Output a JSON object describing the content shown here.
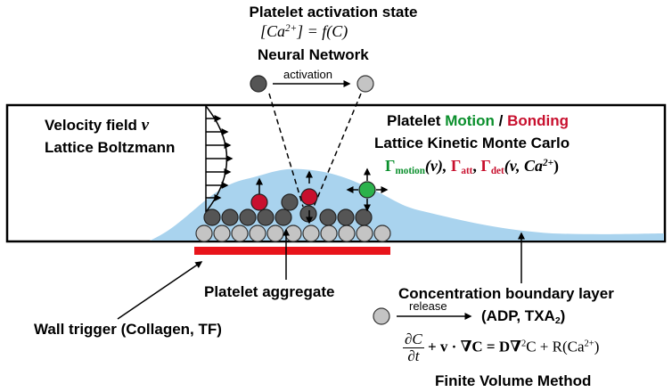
{
  "top": {
    "title": "Platelet activation state",
    "eq_lhs": "[Ca",
    "eq_sup": "2+",
    "eq_rhs": "] = f(C)",
    "nn": "Neural Network",
    "activation": "activation"
  },
  "velocity": {
    "title": "Velocity field",
    "symbol": "v",
    "method": "Lattice Boltzmann"
  },
  "motion": {
    "word1": "Platelet ",
    "word_motion": "Motion",
    "slash": " / ",
    "word_bonding": "Bonding",
    "method": "Lattice Kinetic Monte Carlo",
    "g_motion": "Γ",
    "g_motion_sub": "motion",
    "g_motion_arg": "(v), ",
    "g_att": "Γ",
    "g_att_sub": "att",
    "comma": ", ",
    "g_det": "Γ",
    "g_det_sub": "det",
    "g_det_arg": "(v, Ca",
    "g_det_sup": "2+",
    "g_det_close": ")"
  },
  "aggregate": {
    "label": "Platelet aggregate"
  },
  "wall": {
    "label": "Wall trigger (Collagen, TF)"
  },
  "boundary": {
    "title": "Concentration boundary layer",
    "release": "release",
    "species": "(ADP, TXA",
    "species_sub": "2",
    "species_close": ")",
    "eq_num": "∂C",
    "eq_den": "∂t",
    "eq_rest": "+ v · ∇C = D∇",
    "eq_sup2": "2",
    "eq_rest2": "C + R(Ca",
    "eq_sup3": "2+",
    "eq_close": ")",
    "method": "Finite Volume Method"
  },
  "colors": {
    "fluid": "#a9d3ee",
    "wall": "#e8141b",
    "platelet_active": "#555555",
    "platelet_rest": "#c4c4c4",
    "bonding": "#c8102e",
    "motion": "#2bb24c"
  }
}
